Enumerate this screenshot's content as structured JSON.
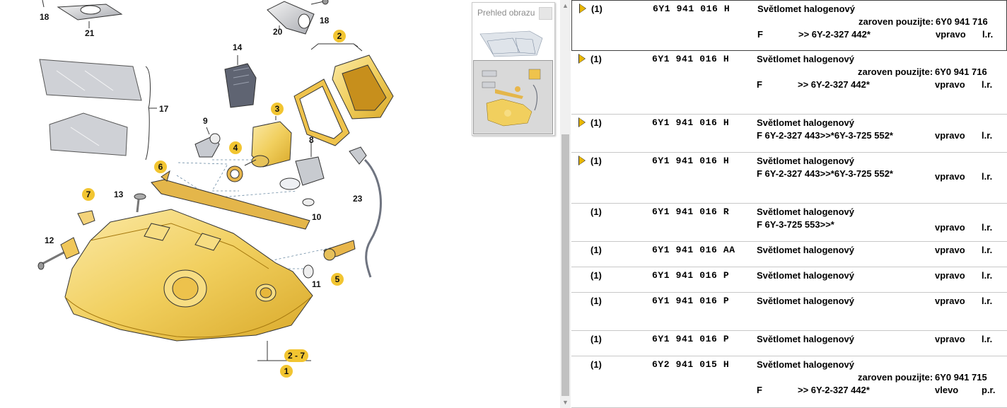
{
  "diagram": {
    "callouts": {
      "c1": "1",
      "c2": "2",
      "c3": "3",
      "c4": "4",
      "c5": "5",
      "c6": "6",
      "c7": "7",
      "c27": "2 - 7",
      "c8": "8",
      "c9": "9",
      "c10": "10",
      "c11": "11",
      "c12": "12",
      "c13": "13",
      "c14": "14",
      "c17": "17",
      "c18a": "18",
      "c18b": "18",
      "c20": "20",
      "c21": "21",
      "c23": "23"
    },
    "accent_color": "#f2c531"
  },
  "overview": {
    "title": "Prehled obrazu"
  },
  "parts": [
    {
      "qty": "(1)",
      "part": "6Y1 941 016 H",
      "name": "Světlomet halogenový",
      "note_label": "zaroven pouzijte:",
      "note_part": "6Y0 941 716",
      "f": "F",
      "f_text": ">> 6Y-2-327 442*",
      "side": "vpravo",
      "lr": "l.r.",
      "marker": true
    },
    {
      "qty": "(1)",
      "part": "6Y1 941 016 H",
      "name": "Světlomet halogenový",
      "note_label": "zaroven pouzijte:",
      "note_part": "6Y0 941 716",
      "f": "F",
      "f_text": ">> 6Y-2-327 442*",
      "side": "vpravo",
      "lr": "l.r.",
      "marker": true
    },
    {
      "qty": "(1)",
      "part": "6Y1 941 016 H",
      "name": "Světlomet halogenový",
      "range": "F 6Y-2-327 443>>*6Y-3-725 552*",
      "side": "vpravo",
      "lr": "l.r.",
      "marker": true
    },
    {
      "qty": "(1)",
      "part": "6Y1 941 016 H",
      "name": "Světlomet halogenový",
      "range": "F 6Y-2-327 443>>*6Y-3-725 552*",
      "side": "vpravo",
      "lr": "l.r.",
      "marker": true
    },
    {
      "qty": "(1)",
      "part": "6Y1 941 016 R",
      "name": "Světlomet halogenový",
      "range": "F 6Y-3-725 553>>*",
      "side": "vpravo",
      "lr": "l.r.",
      "marker": false
    },
    {
      "qty": "(1)",
      "part": "6Y1 941 016 AA",
      "name": "Světlomet halogenový",
      "side": "vpravo",
      "lr": "l.r.",
      "marker": false
    },
    {
      "qty": "(1)",
      "part": "6Y1 941 016 P",
      "name": "Světlomet halogenový",
      "side": "vpravo",
      "lr": "l.r.",
      "marker": false
    },
    {
      "qty": "(1)",
      "part": "6Y1 941 016 P",
      "name": "Světlomet halogenový",
      "side": "vpravo",
      "lr": "l.r.",
      "marker": false
    },
    {
      "qty": "(1)",
      "part": "6Y1 941 016 P",
      "name": "Světlomet halogenový",
      "side": "vpravo",
      "lr": "l.r.",
      "marker": false
    },
    {
      "qty": "(1)",
      "part": "6Y2 941 015 H",
      "name": "Světlomet halogenový",
      "note_label": "zaroven pouzijte:",
      "note_part": "6Y0 941 715",
      "f": "F",
      "f_text": ">> 6Y-2-327 442*",
      "side": "vlevo",
      "lr": "p.r.",
      "marker": false
    }
  ]
}
